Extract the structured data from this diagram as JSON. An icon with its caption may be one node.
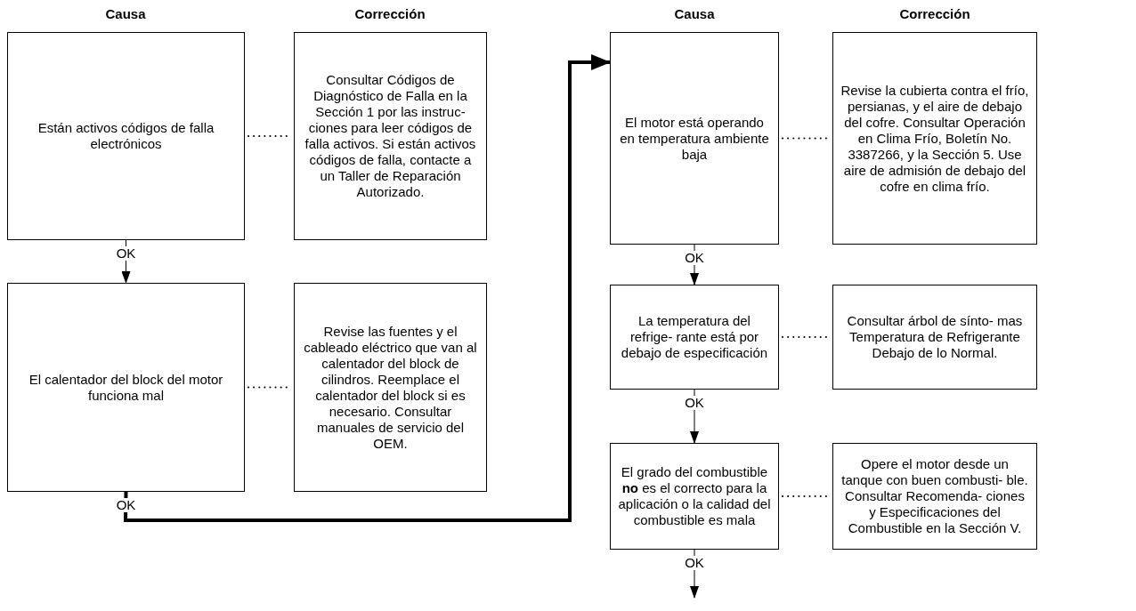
{
  "diagram": {
    "nodes": [
      {
        "text": [
          "Están activos códigos de falla electrónicos"
        ]
      },
      {
        "text": [
          "Consultar Códigos de Diagnóstico de Falla en la Sección 1 por las instruc- ciones para leer códigos de falla activos. Si están activos códigos de falla, contacte a un Taller de Reparación Autorizado."
        ]
      },
      {
        "text": [
          "El calentador del block del motor funciona mal"
        ]
      },
      {
        "text": [
          "Revise las fuentes y el cableado eléctrico que van al calentador del block de cilindros. Reemplace el calentador del block si es necesario. Consultar manuales de servicio del OEM."
        ]
      },
      {
        "text": [
          "El motor está operando en temperatura ambiente baja"
        ]
      },
      {
        "text": [
          "Revise la cubierta contra el frío, persianas, y el aire de debajo del cofre. Consultar Operación en Clima Frío, Boletín No. 3387266, y la Sección 5. Use aire de admisión de debajo del cofre en clima frío."
        ]
      },
      {
        "text": [
          "La temperatura del refrige- rante está por debajo de especificación"
        ]
      },
      {
        "text": [
          "Consultar árbol de sínto- mas Temperatura de Refrigerante Debajo de lo Normal."
        ]
      },
      {
        "text": [
          "El grado del combustible **no** es el correcto para la aplicación o la calidad del combustible es mala"
        ]
      },
      {
        "text": [
          "Opere el motor desde un tanque con buen combusti- ble. Consultar Recomenda- ciones y Especificaciones del Combustible en la Sección V."
        ]
      }
    ],
    "edges": [
      {
        "from": 0,
        "to": 1,
        "arrow": "none",
        "style": "dashed"
      },
      {
        "from": 0,
        "to": 2,
        "arrow": "to",
        "label": "OK"
      },
      {
        "from": 2,
        "to": 3,
        "arrow": "none",
        "style": "dashed"
      },
      {
        "from": 2,
        "to": 4,
        "arrow": "to",
        "label": "OK",
        "style": "thick"
      },
      {
        "from": 4,
        "to": 5,
        "arrow": "none",
        "style": "dashed"
      },
      {
        "from": 4,
        "to": 6,
        "arrow": "to",
        "label": "OK"
      },
      {
        "from": 6,
        "to": 7,
        "arrow": "none",
        "style": "dashed"
      },
      {
        "from": 6,
        "to": 8,
        "arrow": "to",
        "label": "OK"
      },
      {
        "from": 8,
        "to": 9,
        "arrow": "none",
        "style": "dashed"
      },
      {
        "from": 8,
        "to": null,
        "arrow": "to",
        "label": "OK"
      }
    ],
    "labels": [
      "Causa",
      "Corrección",
      "Causa",
      "Corrección"
    ]
  }
}
